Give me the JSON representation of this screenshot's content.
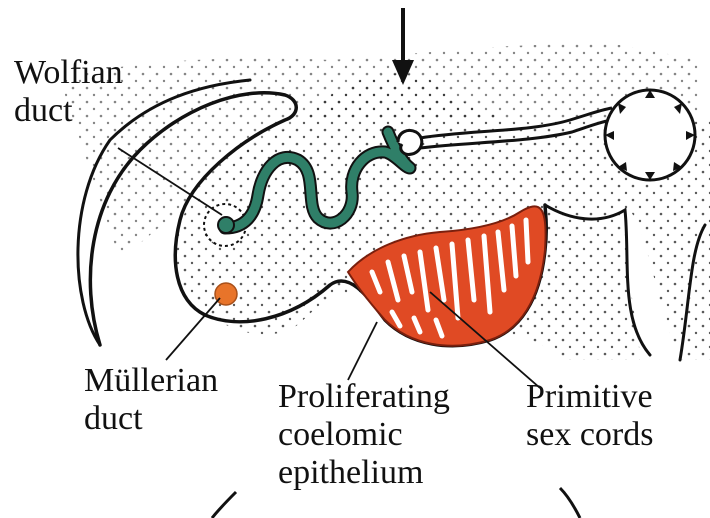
{
  "labels": {
    "wolfian": [
      "Wolfian",
      "duct"
    ],
    "mullerian": [
      "Müllerian",
      "duct"
    ],
    "proliferating": [
      "Proliferating",
      "coelomic",
      "epithelium"
    ],
    "primitive": [
      "Primitive",
      "sex cords"
    ]
  },
  "colors": {
    "wolfian_duct": "#2f7f68",
    "mullerian_duct": "#e8742a",
    "sex_cords_region": "#e04a24",
    "outline": "#111111",
    "stipple": "#222222"
  }
}
